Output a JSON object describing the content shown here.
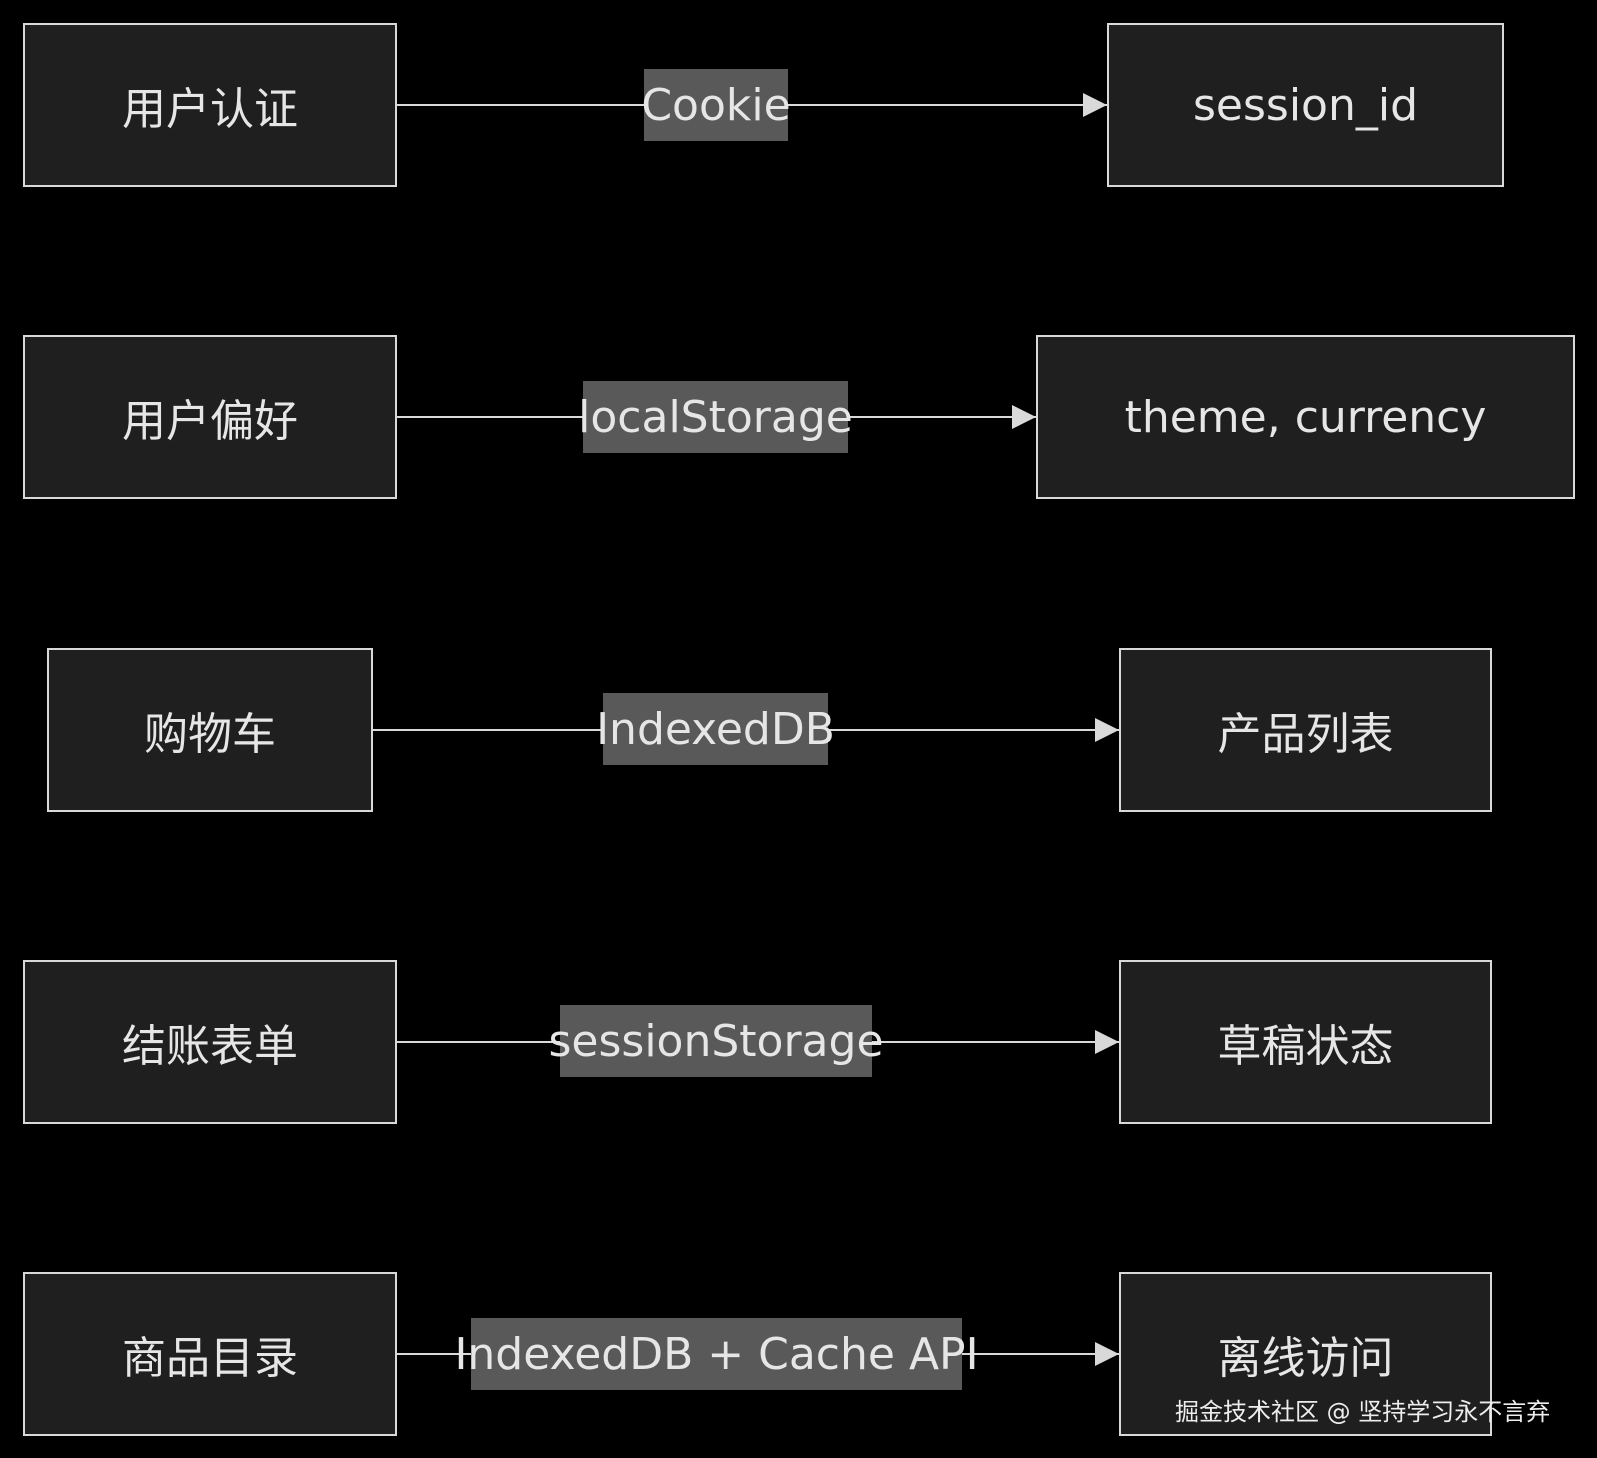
{
  "diagram": {
    "rows": [
      {
        "source": "用户认证",
        "edge_label": "Cookie",
        "target": "session_id"
      },
      {
        "source": "用户偏好",
        "edge_label": "localStorage",
        "target": "theme, currency"
      },
      {
        "source": "购物车",
        "edge_label": "IndexedDB",
        "target": "产品列表"
      },
      {
        "source": "结账表单",
        "edge_label": "sessionStorage",
        "target": "草稿状态"
      },
      {
        "source": "商品目录",
        "edge_label": "IndexedDB + Cache API",
        "target": "离线访问"
      }
    ]
  },
  "watermark": "掘金技术社区 @ 坚持学习永不言弃",
  "colors": {
    "background": "#000000",
    "node_fill": "#1f1f1f",
    "node_border": "#d9d9d9",
    "text": "#e6e6e6",
    "edge_label_fill": "#595959"
  }
}
